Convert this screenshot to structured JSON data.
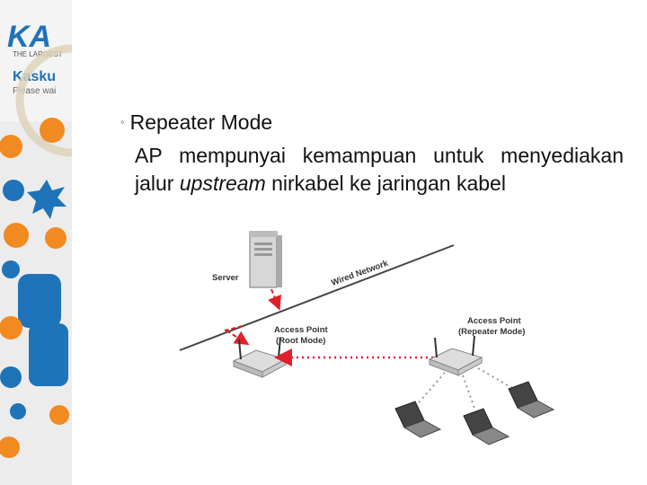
{
  "sidebar": {
    "logo_text": "KA",
    "tagline": "THE LARGEST",
    "brand": "Kasku",
    "loading": "Please wai"
  },
  "slide": {
    "heading": "Repeater Mode",
    "para_before": "AP mempunyai kemampuan untuk menyediakan jalur ",
    "para_em": "upstream",
    "para_after": " nirkabel ke jaringan kabel"
  },
  "diagram": {
    "server_label": "Server",
    "wired_label": "Wired Network",
    "root_ap_label_1": "Access Point",
    "root_ap_label_2": "(Root Mode)",
    "repeater_ap_label_1": "Access Point",
    "repeater_ap_label_2": "(Repeater Mode)"
  },
  "colors": {
    "accent_red": "#e0202a",
    "sidebar_blue": "#1f73b8",
    "sidebar_orange": "#f28a22"
  }
}
